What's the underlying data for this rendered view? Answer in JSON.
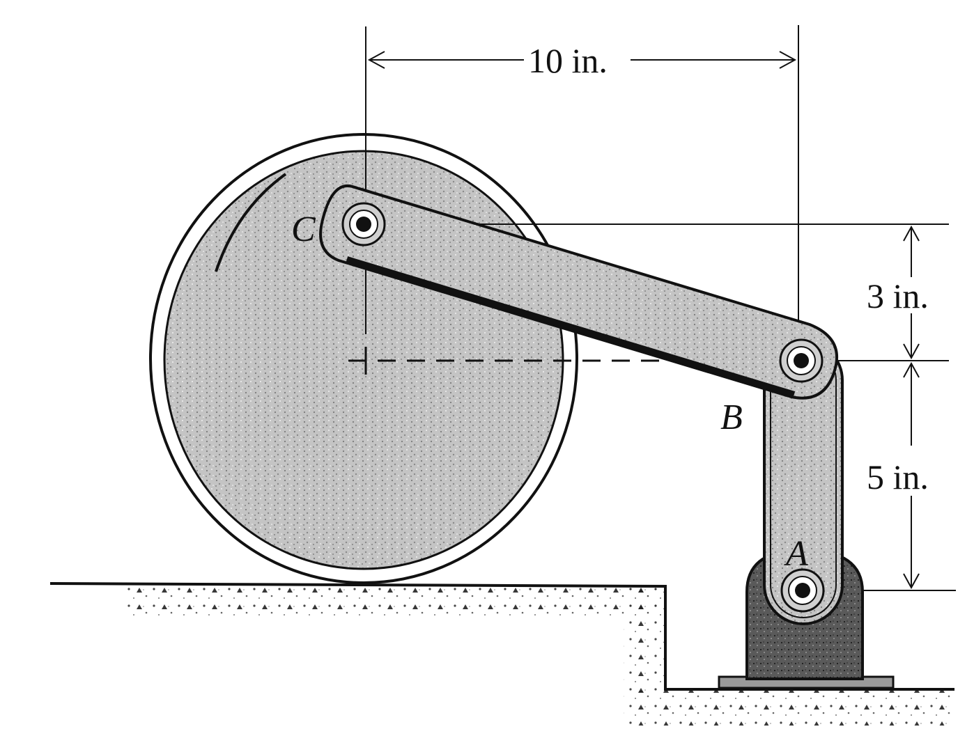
{
  "labels": {
    "point_c": "C",
    "point_b": "B",
    "point_a": "A"
  },
  "dimensions": {
    "horizontal_cb": "10 in.",
    "vertical_upper": "3 in.",
    "vertical_lower": "5 in."
  },
  "colors": {
    "ink": "#111111",
    "shading": "#bdbdbd",
    "ground": "#d9d9d9",
    "background": "#ffffff"
  }
}
